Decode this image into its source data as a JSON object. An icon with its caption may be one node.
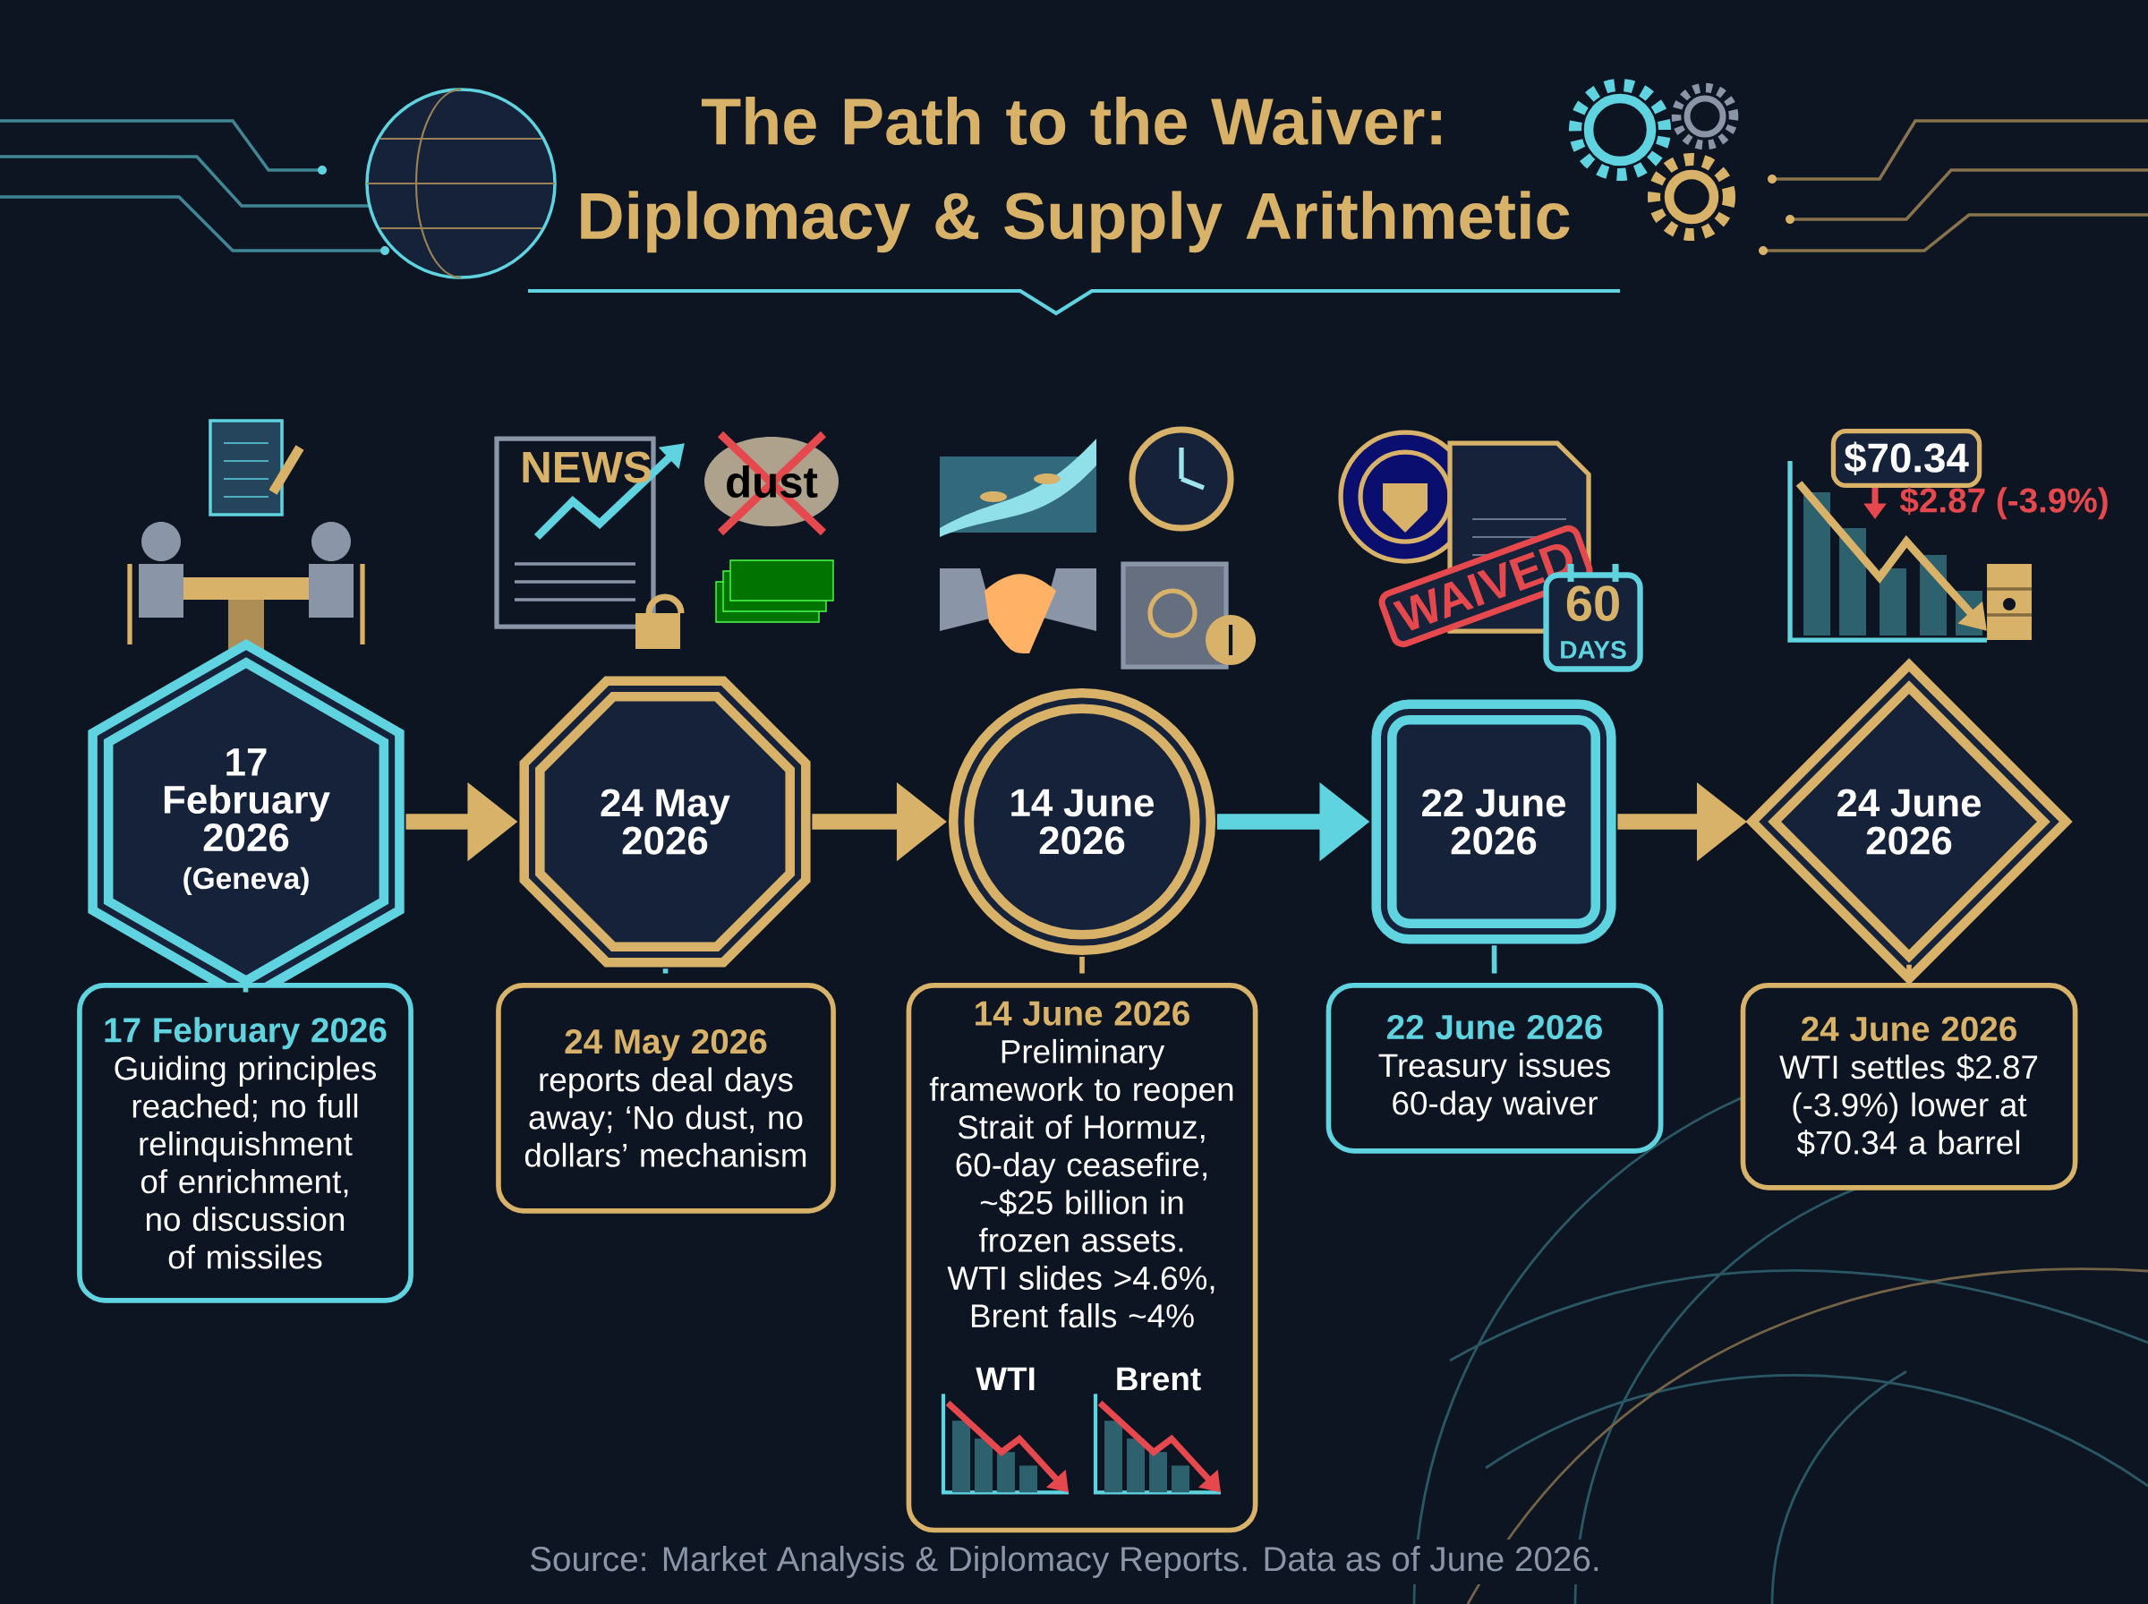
{
  "diagram": {
    "title": "The Path to the Waiver: Diplomacy & Supply Arithmetic",
    "caption": "Source: Market Analysis & Diplomacy Reports. Data as of June 2026.",
    "nodes": [
      {
        "text": [
          "17 February 2026",
          "(Geneva)"
        ]
      },
      {
        "text": [
          "24 May 2026"
        ]
      },
      {
        "text": [
          "14 June 2026"
        ]
      },
      {
        "text": [
          "22 June 2026"
        ]
      },
      {
        "text": [
          "24 June 2026"
        ]
      },
      {
        "text": [
          "17 February 2026",
          "Guiding principles reached; no full relinquishment of enrichment, no discussion of missiles"
        ]
      },
      {
        "text": [
          "24 May 2026",
          "reports deal days away; ‘No dust, no dollars’ mechanism"
        ]
      },
      {
        "text": [
          "14 June 2026",
          "Preliminary framework to reopen Strait of Hormuz, 60-day ceasefire, ~$25 billion in frozen assets. WTI slides >4.6%, Brent falls ~4%",
          "WTI",
          "Brent"
        ]
      },
      {
        "text": [
          "22 June 2026",
          "Treasury issues 60-day waiver"
        ]
      },
      {
        "text": [
          "24 June 2026",
          "WTI settles $2.87 (-3.9%) lower at $70.34 a barrel"
        ]
      }
    ],
    "edges": [
      {
        "from": 0,
        "to": 1,
        "arrow": "to",
        "style": "thick"
      },
      {
        "from": 1,
        "to": 2,
        "arrow": "to",
        "style": "thick"
      },
      {
        "from": 2,
        "to": 3,
        "arrow": "to",
        "style": "thick",
        "color": "#5fd3e0"
      },
      {
        "from": 3,
        "to": 4,
        "arrow": "to",
        "style": "thick"
      },
      {
        "from": 0,
        "to": 5,
        "arrow": "none",
        "color": "#5fd3e0"
      },
      {
        "from": 1,
        "to": 6,
        "arrow": "none",
        "color": "#5fd3e0"
      },
      {
        "from": 2,
        "to": 7,
        "arrow": "none"
      },
      {
        "from": 3,
        "to": 8,
        "arrow": "none",
        "color": "#5fd3e0"
      },
      {
        "from": 4,
        "to": 9,
        "arrow": "none"
      }
    ],
    "labels": [
      "NEWS",
      "dust",
      "WAIVED",
      "60",
      "DAYS",
      "$70.34",
      "$2.87 (-3.9%)"
    ]
  }
}
